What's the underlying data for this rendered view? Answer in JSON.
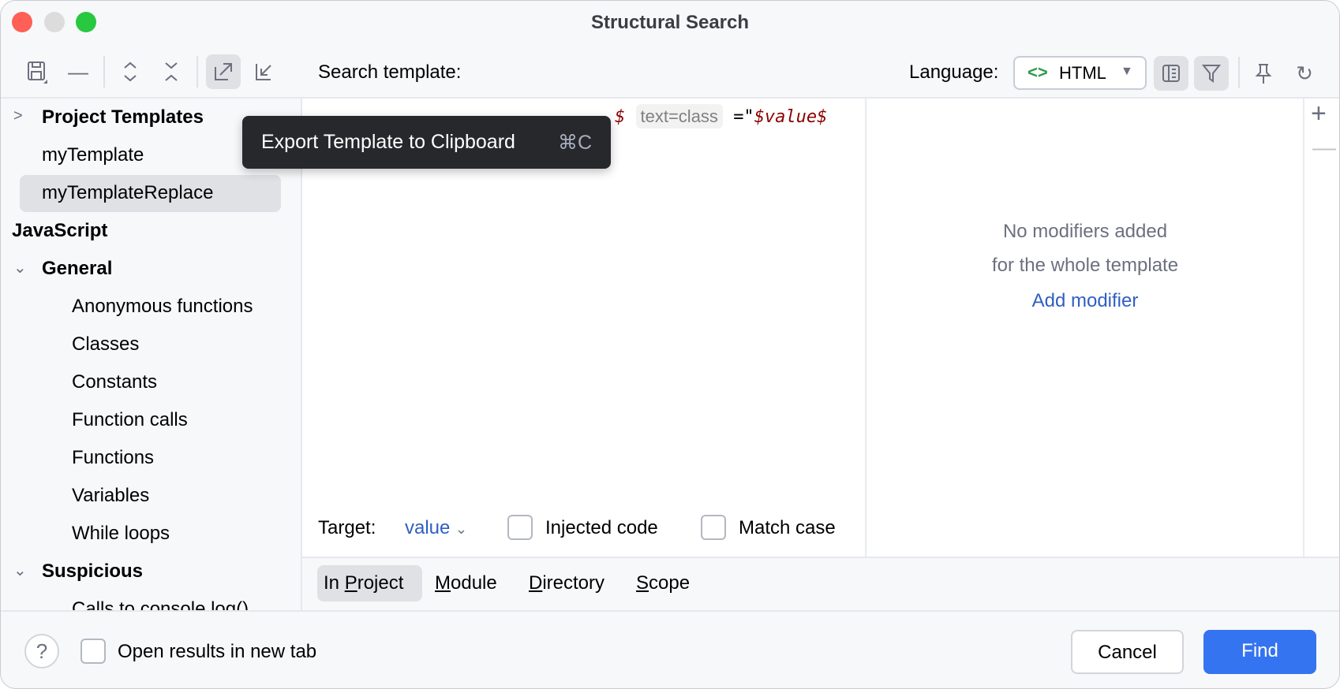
{
  "window": {
    "title": "Structural Search"
  },
  "toolbar": {
    "icons": [
      "save-icon",
      "remove-icon",
      "expand-all-icon",
      "collapse-all-icon",
      "export-icon",
      "import-icon"
    ]
  },
  "sidebar": {
    "items": [
      {
        "label": "Project Templates",
        "type": "group",
        "expanded": false
      },
      {
        "label": "myTemplate",
        "type": "item"
      },
      {
        "label": "myTemplateReplace",
        "type": "item",
        "selected": true
      },
      {
        "label": "JavaScript",
        "type": "category"
      },
      {
        "label": "General",
        "type": "group",
        "expanded": true
      },
      {
        "label": "Anonymous functions",
        "type": "item"
      },
      {
        "label": "Classes",
        "type": "item"
      },
      {
        "label": "Constants",
        "type": "item"
      },
      {
        "label": "Function calls",
        "type": "item"
      },
      {
        "label": "Functions",
        "type": "item"
      },
      {
        "label": "Variables",
        "type": "item"
      },
      {
        "label": "While loops",
        "type": "item"
      },
      {
        "label": "Suspicious",
        "type": "group",
        "expanded": true
      },
      {
        "label": "Calls to console.log()",
        "type": "item"
      }
    ]
  },
  "tooltip": {
    "text": "Export Template to Clipboard",
    "shortcut": "⌘C"
  },
  "header": {
    "search_template_label": "Search template:",
    "language_label": "Language:",
    "language_value": "HTML"
  },
  "editor": {
    "code_dollar": "$",
    "inlay": "text=class",
    "code_tail": "=\"",
    "code_var": "$value$"
  },
  "modifiers": {
    "line1": "No modifiers added",
    "line2": "for the whole template",
    "add_link": "Add modifier"
  },
  "target": {
    "label": "Target:",
    "value": "value",
    "injected_code": "Injected code",
    "match_case": "Match case",
    "injected_checked": false,
    "match_case_checked": false
  },
  "scope": {
    "tabs": [
      {
        "pre": "In ",
        "mn": "P",
        "post": "roject",
        "selected": true
      },
      {
        "pre": "",
        "mn": "M",
        "post": "odule"
      },
      {
        "pre": "",
        "mn": "D",
        "post": "irectory"
      },
      {
        "pre": "",
        "mn": "S",
        "post": "cope"
      }
    ]
  },
  "footer": {
    "help": "?",
    "open_new_tab": "Open results in new tab",
    "open_new_tab_checked": false,
    "cancel": "Cancel",
    "find": "Find"
  },
  "colors": {
    "accent": "#3574f0",
    "link": "#2f5fc4",
    "code_var": "#871094",
    "code_red": "#8b0000"
  }
}
